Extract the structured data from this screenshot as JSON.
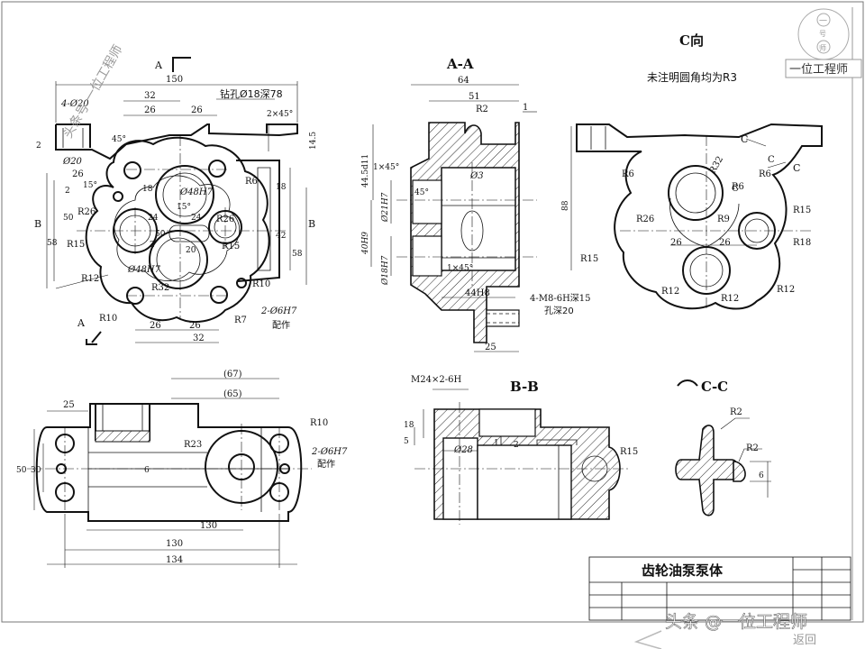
{
  "views": {
    "aa": "A-A",
    "bb": "B-B",
    "cc": "C-C",
    "c_dir": "C向"
  },
  "notes": {
    "fillet": "未注明圆角均为R3",
    "drill": "钻孔Ø18深78",
    "pin_hole_1": "2-Ø6H7",
    "pin_note_1": "配作",
    "pin_hole_2": "2-Ø6H7",
    "pin_note_2": "配作",
    "thread_holes": "4-M8-6H深15",
    "thread_depth": "孔深20",
    "thread_bb": "M24×2-6H"
  },
  "section_marks": {
    "a_top": "A",
    "a_bottom": "A",
    "b_left": "B",
    "b_right": "B",
    "c_top": "C",
    "c_right": "C"
  },
  "dims_main": {
    "d150": "150",
    "d4phi20": "4-Ø20",
    "d32": "32",
    "d26a": "26",
    "d26b": "26",
    "d2x45": "2×45°",
    "d45": "45°",
    "d14_5": "14.5",
    "d2a": "2",
    "dphi20": "Ø20",
    "d26c": "26",
    "d2b": "2",
    "d15": "15°",
    "d18a": "18",
    "d18b": "18",
    "dphi48": "Ø48H7",
    "d15b": "15°",
    "dR6": "R6",
    "d50": "50",
    "dR26a": "R26",
    "d24a": "24",
    "d24b": "24",
    "dR26b": "R26",
    "d58a": "58",
    "dR15a": "R15",
    "d2c": "2",
    "d50b": "50",
    "d20": "20",
    "dR15b": "R15",
    "d42": "42",
    "d58b": "58",
    "dphi48b": "Ø48H7",
    "dR12": "R12",
    "dR32": "R32",
    "dR10a": "R10",
    "dR10b": "R10",
    "dR7": "R7",
    "d26d": "26",
    "d26e": "26",
    "d32b": "32"
  },
  "dims_aa": {
    "d64": "64",
    "d51": "51",
    "dR2": "R2",
    "d1": "1",
    "d44_5": "44.5d11",
    "d1x45a": "1×45°",
    "d45": "45°",
    "dphi3": "Ø3",
    "dphi21": "Ø21H7",
    "d40": "40H9",
    "dphi18": "Ø18H7",
    "d1x45b": "1×45°",
    "d44h8": "44H8",
    "d25": "25"
  },
  "dims_c": {
    "dC1": "C",
    "dR6a": "R6",
    "dR32": "R32",
    "dC2": "C",
    "dR6b": "R6",
    "dR6c": "R6",
    "d88": "88",
    "dR26": "R26",
    "dR9": "R9",
    "dR15a": "R15",
    "d26a": "26",
    "d26b": "26",
    "dR18": "R18",
    "dR15b": "R15",
    "dR12a": "R12",
    "dR12b": "R12",
    "dR12c": "R12"
  },
  "dims_bottom": {
    "d67": "(67)",
    "d65": "(65)",
    "d25": "25",
    "dR10": "R10",
    "dR23": "R23",
    "d50": "50",
    "d30": "30",
    "d6": "6",
    "d130a": "130",
    "d130b": "130",
    "d134": "134"
  },
  "dims_bb": {
    "d18": "18",
    "d5": "5",
    "dphi28": "Ø28",
    "d1": "1",
    "d2": "2",
    "dR15": "R15"
  },
  "dims_cc": {
    "dR2a": "R2",
    "dR2b": "R2",
    "d6": "6"
  },
  "title_block": {
    "title": "齿轮油泵泵体"
  },
  "watermarks": {
    "logo_top": "一",
    "logo_mid": "号",
    "logo_bottom": "师",
    "logo_caption": "一位工程师",
    "side": "头条号 一位工程师",
    "bottom": "头条 @一位工程师",
    "corner": "返回"
  }
}
